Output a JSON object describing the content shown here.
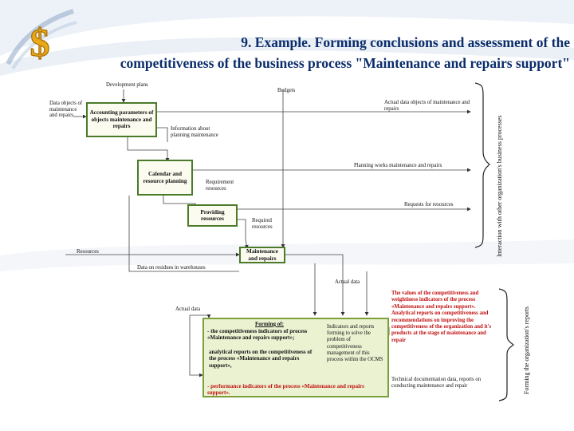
{
  "title": {
    "line1": "9. Example. Forming conclusions and  assessment of the",
    "line2": "competitiveness of the business process \"Maintenance and repairs support\""
  },
  "colors": {
    "title": "#0b2d6b",
    "box_border": "#4a7a2a",
    "green_fill": "#ebf2d2",
    "red_text": "#c01010"
  },
  "diagram": {
    "boxes": {
      "accounting": "Accounting parameters of objects maintenance and repairs",
      "calendar": "Calendar and resource planning",
      "providing": "Providing resources",
      "maintenance": "Maintenance and repairs"
    },
    "labels": {
      "development_plans": "Development plans",
      "budgets": "Budgets",
      "data_objects": "Data objects of maintenance and repairs",
      "actual_data_objects": "Actual data objects of maintenance and repairs",
      "info_planning": "Information about planning maintenance",
      "planning_works": "Planning works maintenance and repairs",
      "requirement_resources": "Requirement resources",
      "requests_resources": "Requests for resources",
      "required_resources": "Required resources",
      "resources": "Resources",
      "residues": "Data on residues in warehouses",
      "actual_data_1": "Actual data",
      "actual_data_2": "Actual data",
      "indicators": "Indicators and reports forming to solve the problem of competitiveness management of this process within the OCMS",
      "technical_docs": "Technical documentation data, reports on conducting maintenance and repair"
    },
    "forming": {
      "heading": "Forming of:",
      "item1": "- the competitiveness indicators of process «Maintenance and repairs support»;",
      "item2": "analytical reports on the competitiveness of the process «Maintenance and repairs support»,",
      "item3": "- performance indicators of the process «Maintenance and repairs support»."
    },
    "red_text": "The values of the competitiveness and weightiness indicators of the process «Maintenance and repairs support». Analytical reports on competitiveness and recommendations on improving the competitiveness of the organization and it's products at the stage of maintenance and repair",
    "vertical": {
      "interaction": "Interaction with other organization's business processes",
      "forming_reports": "Forming the organization's reports"
    }
  }
}
